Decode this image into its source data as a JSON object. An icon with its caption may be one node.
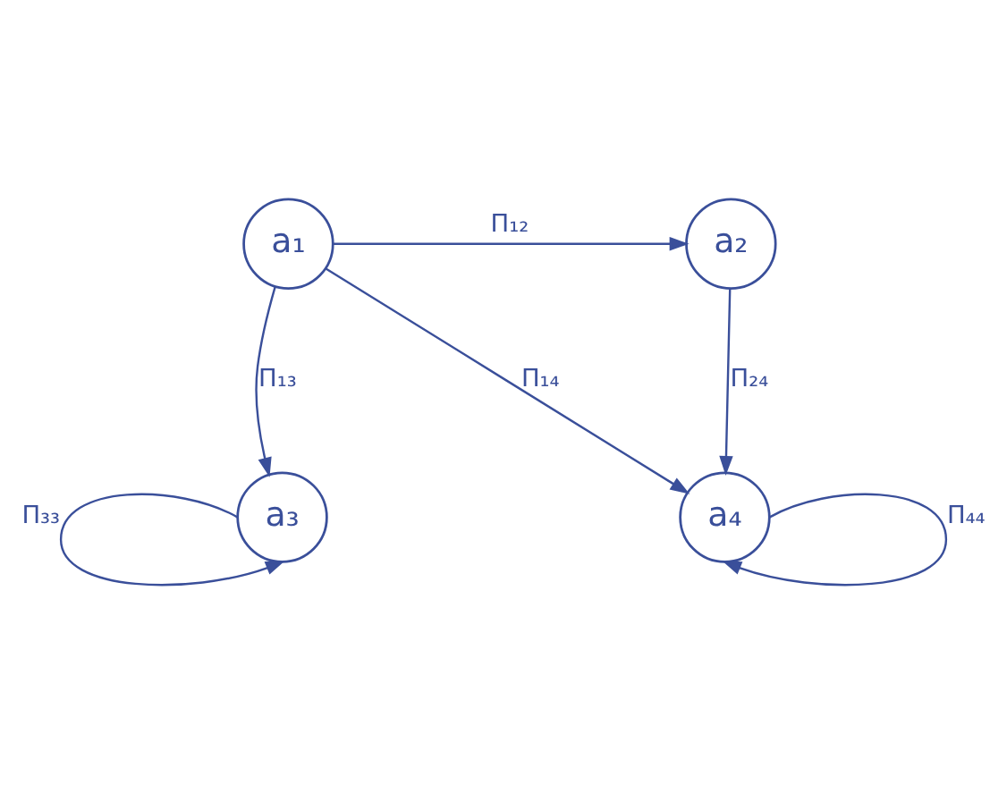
{
  "diagram": {
    "nodes": [
      {
        "text": [
          "a₁"
        ]
      },
      {
        "text": [
          "a₂"
        ]
      },
      {
        "text": [
          "a₃"
        ]
      },
      {
        "text": [
          "a₄"
        ]
      }
    ],
    "edges": [
      {
        "from": 0,
        "to": 1,
        "arrow": "to",
        "label": "П₁₂"
      },
      {
        "from": 0,
        "to": 2,
        "arrow": "to",
        "label": "П₁₃"
      },
      {
        "from": 0,
        "to": 3,
        "arrow": "to",
        "label": "П₁₄"
      },
      {
        "from": 1,
        "to": 3,
        "arrow": "to",
        "label": "П₂₄"
      },
      {
        "from": 2,
        "to": 2,
        "arrow": "to",
        "label": "П₃₃"
      },
      {
        "from": 3,
        "to": 3,
        "arrow": "to",
        "label": "П₄₄"
      }
    ]
  }
}
